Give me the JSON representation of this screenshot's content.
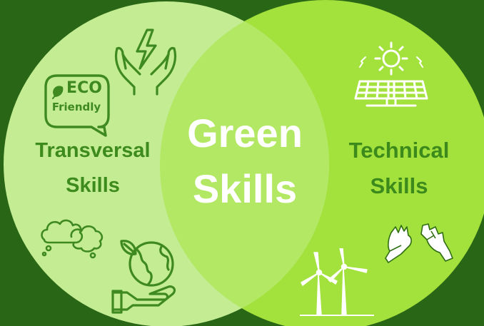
{
  "colors": {
    "background": "#296716",
    "left_circle": "#c4ec93",
    "right_circle": "#a3e23c",
    "overlap": "#b3e864",
    "left_text": "#3e8b1d",
    "right_text": "#3c8a1c",
    "center_text": "#ffffff",
    "left_icons": "#3f8a20",
    "right_icons": "#ffffff"
  },
  "venn": {
    "center_title": [
      "Green",
      "Skills"
    ],
    "left_title": [
      "Transversal",
      "Skills"
    ],
    "right_title": [
      "Technical",
      "Skills"
    ]
  },
  "badge": {
    "line1": "ECO",
    "line2": "Friendly"
  },
  "icons": {
    "left": [
      "hands-with-lightning-icon",
      "eco-friendly-speech-bubble-icon",
      "clouds-icon",
      "hand-holding-globe-icon"
    ],
    "right": [
      "solar-panel-sun-icon",
      "wind-turbines-icon",
      "work-gloves-icon"
    ]
  }
}
